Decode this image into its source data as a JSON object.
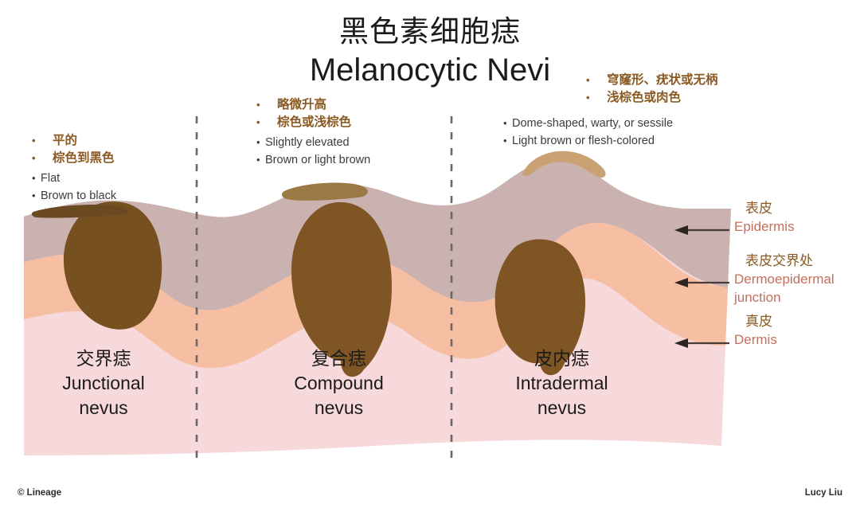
{
  "title": {
    "cn": "黑色素细胞痣",
    "en": "Melanocytic Nevi"
  },
  "colors": {
    "epidermis": "#C9B2B0",
    "junction": "#F6BFA4",
    "dermis": "#F7D8DB",
    "nevus_brown": "#76501F",
    "nevus_brown_mid": "#7E5523",
    "cap_dark": "#6B4A22",
    "cap_tan": "#C9A173",
    "label_cn": "#8A5A22",
    "label_en": "#C4705C",
    "text_dark": "#3B3B3B",
    "divider": "#6E6466"
  },
  "notes": [
    {
      "id": "junctional",
      "cn_bullets": [
        "平的",
        "棕色到黑色"
      ],
      "en_bullets": [
        "Flat",
        "Brown to black"
      ]
    },
    {
      "id": "compound",
      "cn_bullets": [
        "略微升高",
        "棕色或浅棕色"
      ],
      "en_bullets": [
        "Slightly elevated",
        "Brown or light brown"
      ]
    },
    {
      "id": "intradermal",
      "cn_bullets": [
        "穹窿形、疣状或无柄",
        "浅棕色或肉色"
      ],
      "en_bullets": [
        "Dome-shaped, warty, or sessile",
        "Light brown or flesh-colored"
      ]
    }
  ],
  "layers": [
    {
      "id": "epidermis",
      "cn": "表皮",
      "en": "Epidermis",
      "en2": ""
    },
    {
      "id": "dermoepidermal-junction",
      "cn": "表皮交界处",
      "en": "Dermoepidermal",
      "en2": "junction"
    },
    {
      "id": "dermis",
      "cn": "真皮",
      "en": "Dermis",
      "en2": ""
    }
  ],
  "nevus_types": [
    {
      "id": "junctional",
      "cn": "交界痣",
      "en_line1": "Junctional",
      "en_line2": "nevus"
    },
    {
      "id": "compound",
      "cn": "复合痣",
      "en_line1": "Compound",
      "en_line2": "nevus"
    },
    {
      "id": "intradermal",
      "cn": "皮内痣",
      "en_line1": "Intradermal",
      "en_line2": "nevus"
    }
  ],
  "bullet_glyph": "•",
  "footer": {
    "left": "© Lineage",
    "right": "Lucy Liu"
  }
}
